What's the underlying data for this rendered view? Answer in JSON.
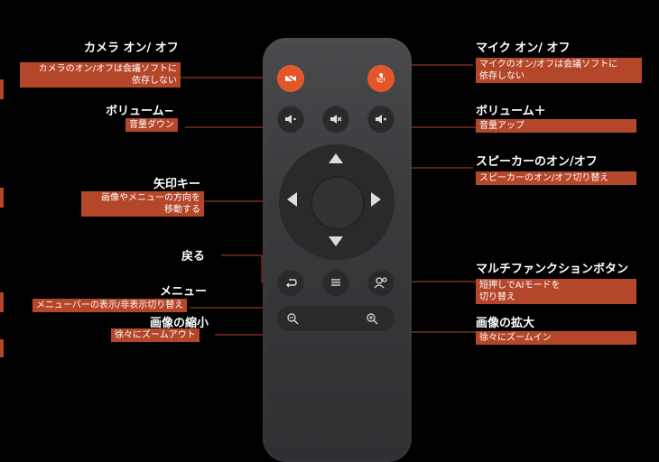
{
  "labels": {
    "camera": {
      "title": "カメラ オン/ オフ",
      "desc": [
        "カメラのオン/オフは会議ソフトに",
        "依存しない"
      ]
    },
    "volume_down": {
      "title": "ボリューム−",
      "desc": [
        "音量ダウン"
      ]
    },
    "arrows": {
      "title": "矢印キー",
      "desc": [
        "画像やメニューの方向を",
        "移動する"
      ]
    },
    "back": {
      "title": "戻る"
    },
    "menu": {
      "title": "メニュー",
      "desc": [
        "メニューバーの表示/非表示切り替え"
      ]
    },
    "zoom_out": {
      "title": "画像の縮小",
      "desc": [
        "徐々にズームアウト"
      ]
    },
    "mic": {
      "title": "マイク オン/ オフ",
      "desc": [
        "マイクのオン/オフは会議ソフトに",
        "依存しない"
      ]
    },
    "volume_up": {
      "title": "ボリューム＋",
      "desc": [
        "音量アップ"
      ]
    },
    "speaker": {
      "title": "スピーカーのオン/オフ",
      "desc": [
        "スピーカーのオン/オフ切り替え"
      ]
    },
    "multi": {
      "title": "マルチファンクションボタン",
      "desc": [
        "短押しでAIモードを",
        "切り替え"
      ]
    },
    "zoom_in": {
      "title": "画像の拡大",
      "desc": [
        "徐々にズームイン"
      ]
    }
  },
  "icons": {
    "camera": "camera-off-icon",
    "mic": "mic-off-icon",
    "volume_down": "volume-down-icon",
    "mute": "speaker-mute-icon",
    "volume_up": "volume-up-icon",
    "back": "back-arrow-icon",
    "menu": "menu-icon",
    "multi": "ai-mode-icon",
    "zoom_out": "zoom-out-icon",
    "zoom_in": "zoom-in-icon"
  },
  "colors": {
    "accent": "#e4562a",
    "label_bg": "#b4462a",
    "background": "#000000",
    "remote": "#3a3a3d"
  }
}
